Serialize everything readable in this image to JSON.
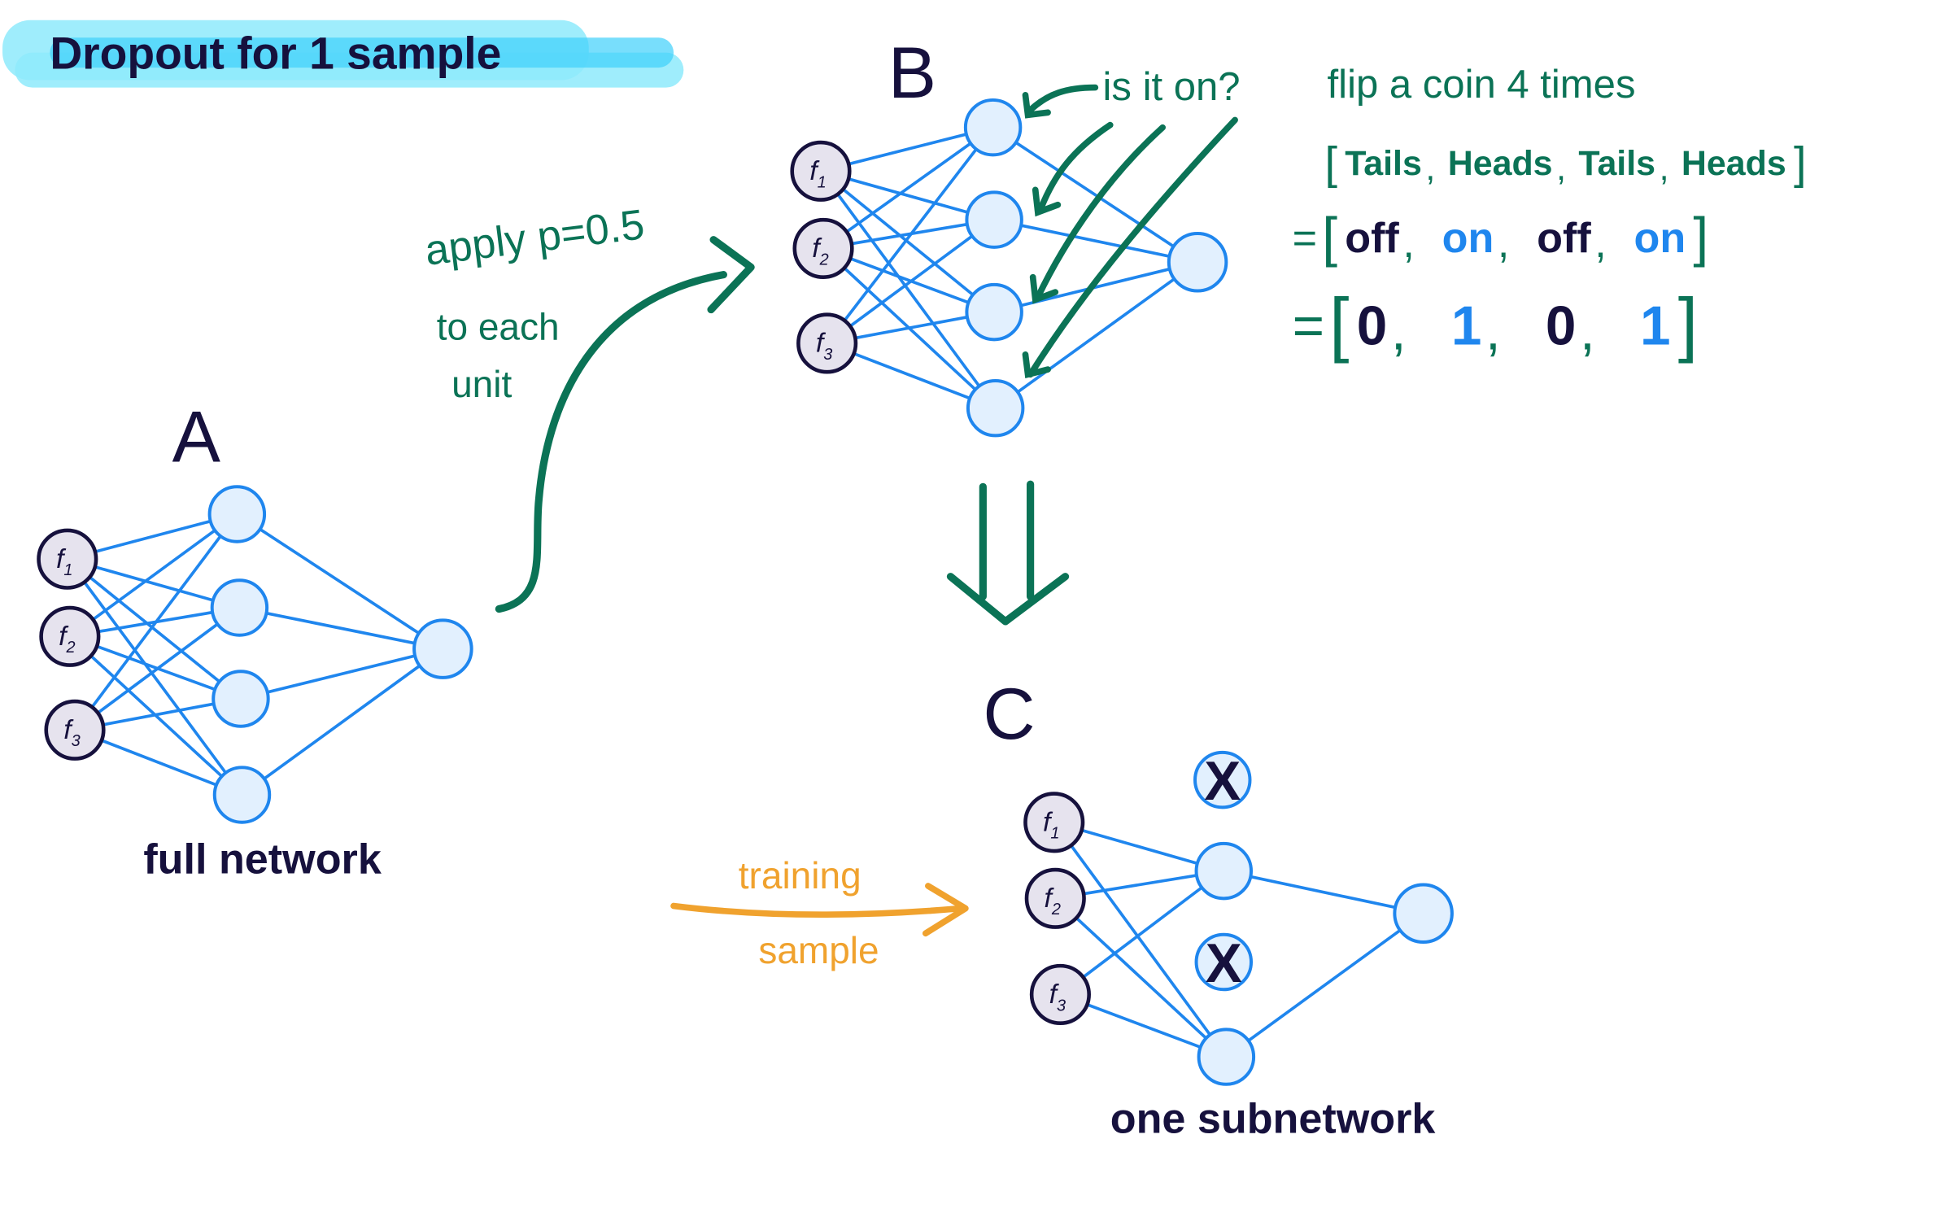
{
  "title": "Dropout for 1 sample",
  "colors": {
    "ink": "#16113d",
    "green": "#0b7356",
    "blue": "#1f86ee",
    "node_fill": "#e2f0fe",
    "input_fill": "#e6e3ee",
    "orange": "#f0a22e",
    "highlight": "#8eeafc",
    "highlight_core": "#3fd0fb"
  },
  "networks": {
    "a": {
      "label": "A",
      "caption": "full network",
      "inputs": [
        "f1",
        "f2",
        "f3"
      ]
    },
    "b": {
      "label": "B",
      "inputs": [
        "f1",
        "f2",
        "f3"
      ]
    },
    "c": {
      "label": "C",
      "caption": "one subnetwork",
      "inputs": [
        "f1",
        "f2",
        "f3"
      ],
      "dropped_mark": "X"
    }
  },
  "annotations": {
    "apply_line1": "apply p=0.5",
    "apply_line2": "to each",
    "apply_line3": "unit",
    "question": "is it on?",
    "flip": "flip a coin 4 times",
    "training_line1": "training",
    "training_line2": "sample"
  },
  "coin_flips": {
    "results": [
      "Tails",
      "Heads",
      "Tails",
      "Heads"
    ],
    "states": [
      "off",
      "on",
      "off",
      "on"
    ],
    "mask": [
      "0",
      "1",
      "0",
      "1"
    ]
  }
}
